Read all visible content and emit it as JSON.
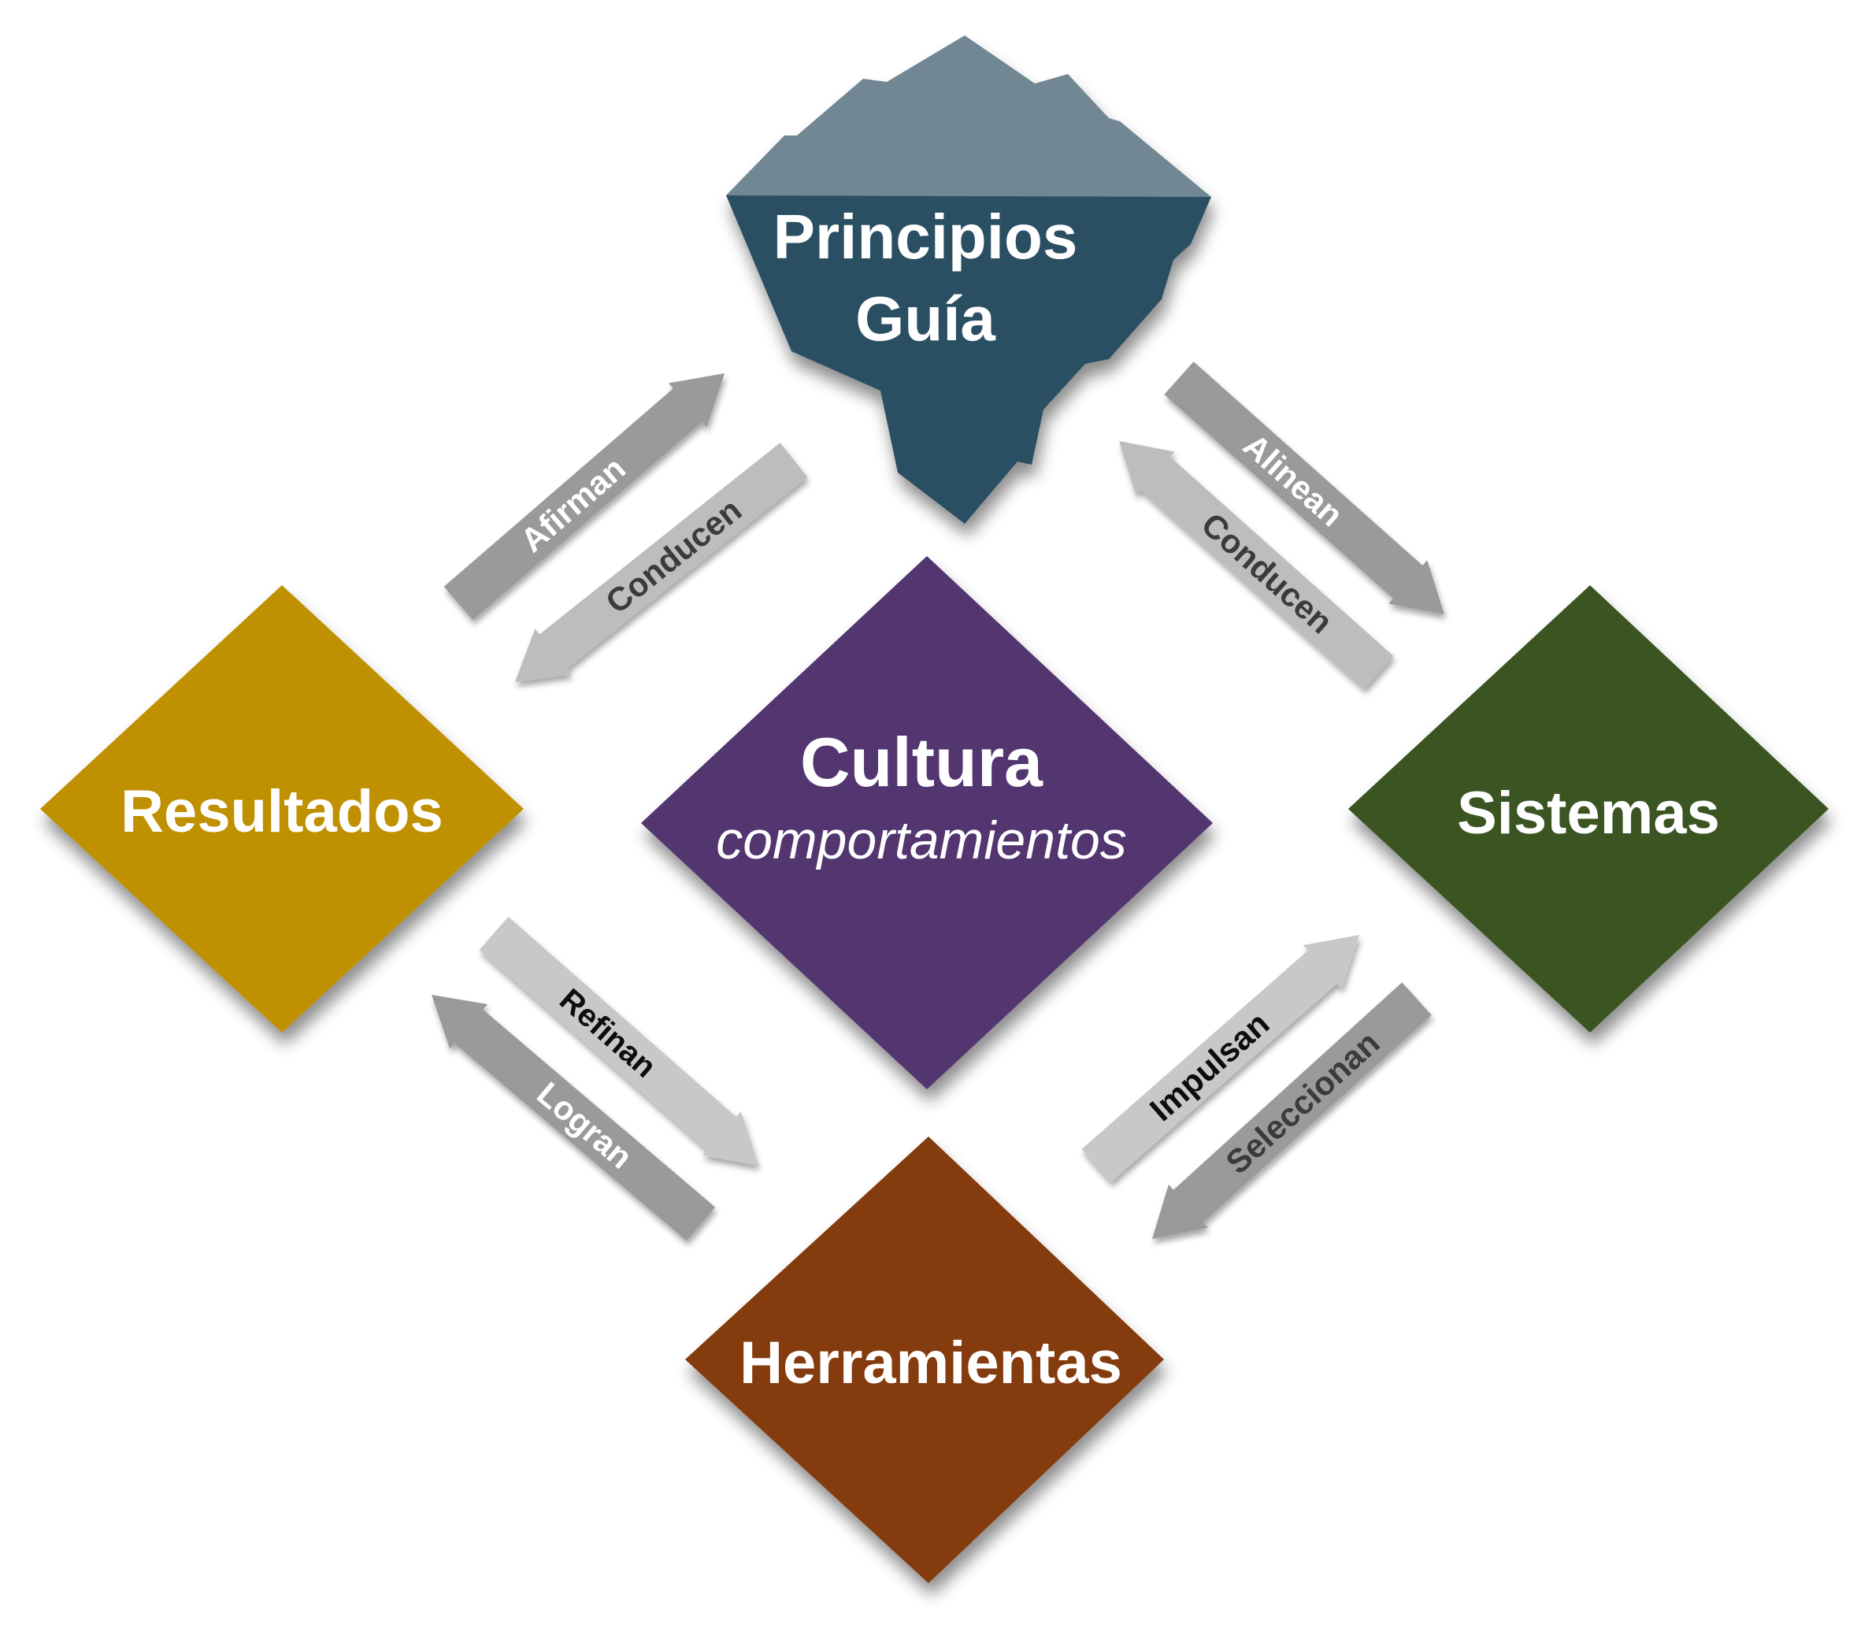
{
  "nodes": {
    "principles": {
      "line1": "Principios",
      "line2": "Guía",
      "color": "#2c4f63",
      "top_color": "#718894"
    },
    "culture": {
      "title": "Cultura",
      "subtitle": "comportamientos",
      "color": "#533570"
    },
    "results": {
      "label": "Resultados",
      "color": "#bf9000"
    },
    "systems": {
      "label": "Sistemas",
      "color": "#3b5424"
    },
    "tools": {
      "label": "Herramientas",
      "color": "#843a0e"
    }
  },
  "arrows": {
    "afirman": {
      "label": "Afirman",
      "color": "#9a9a9a",
      "text_color": "#ffffff"
    },
    "conducen_left": {
      "label": "Conducen",
      "color": "#bdbdbd",
      "text_color": "#3a3a3a"
    },
    "alinean": {
      "label": "Alinean",
      "color": "#9a9a9a",
      "text_color": "#ffffff"
    },
    "conducen_right": {
      "label": "Conducen",
      "color": "#bdbdbd",
      "text_color": "#3a3a3a"
    },
    "refinan": {
      "label": "Refinan",
      "color": "#c8c8c8",
      "text_color": "#111111"
    },
    "logran": {
      "label": "Logran",
      "color": "#9a9a9a",
      "text_color": "#ffffff"
    },
    "impulsan": {
      "label": "Impulsan",
      "color": "#c8c8c8",
      "text_color": "#111111"
    },
    "seleccionan": {
      "label": "Seleccionan",
      "color": "#9a9a9a",
      "text_color": "#3a3a3a"
    }
  }
}
